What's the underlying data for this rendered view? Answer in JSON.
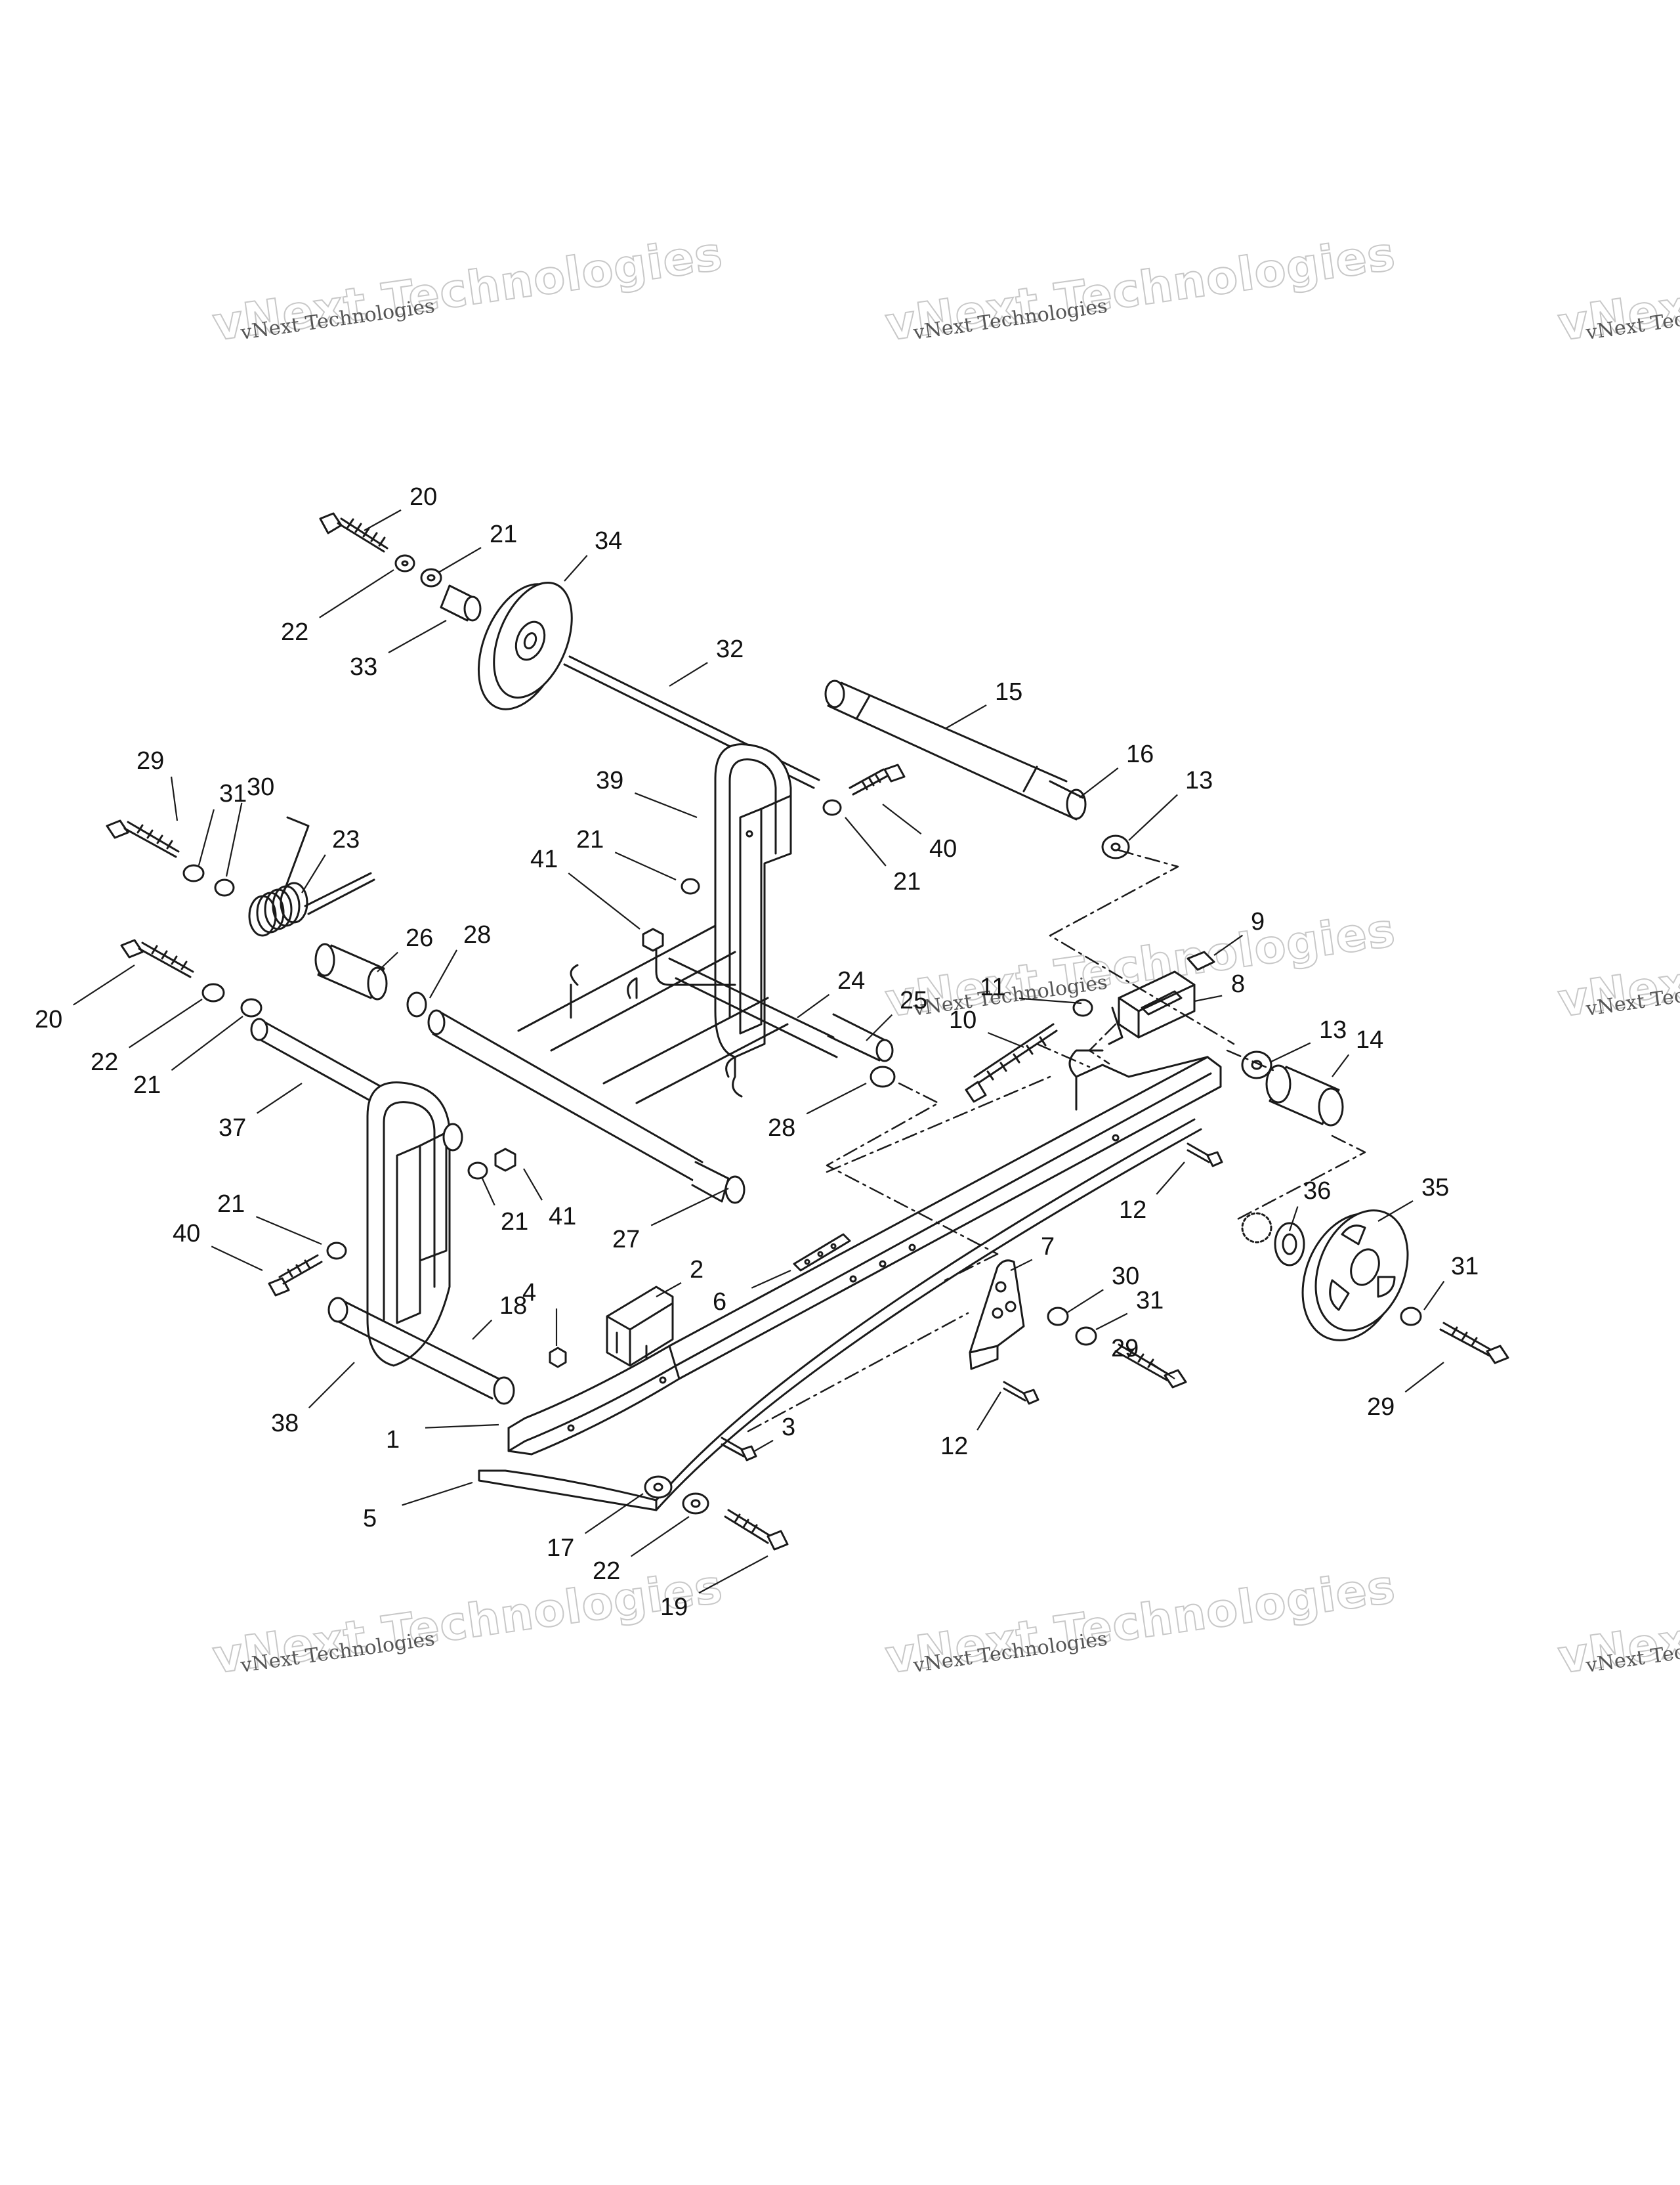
{
  "watermark": {
    "big": "vNext Technologies",
    "small": "vNext Technologies",
    "big_color": "#c8c8c8"
  },
  "callouts": [
    "1",
    "2",
    "3",
    "4",
    "5",
    "6",
    "7",
    "8",
    "9",
    "10",
    "11",
    "12",
    "12",
    "13",
    "13",
    "14",
    "15",
    "16",
    "17",
    "18",
    "19",
    "20",
    "20",
    "21",
    "21",
    "21",
    "21",
    "21",
    "21",
    "22",
    "22",
    "22",
    "23",
    "24",
    "25",
    "26",
    "27",
    "28",
    "28",
    "29",
    "29",
    "29",
    "30",
    "30",
    "31",
    "31",
    "31",
    "32",
    "33",
    "34",
    "35",
    "36",
    "37",
    "38",
    "39",
    "40",
    "40",
    "41",
    "41"
  ]
}
